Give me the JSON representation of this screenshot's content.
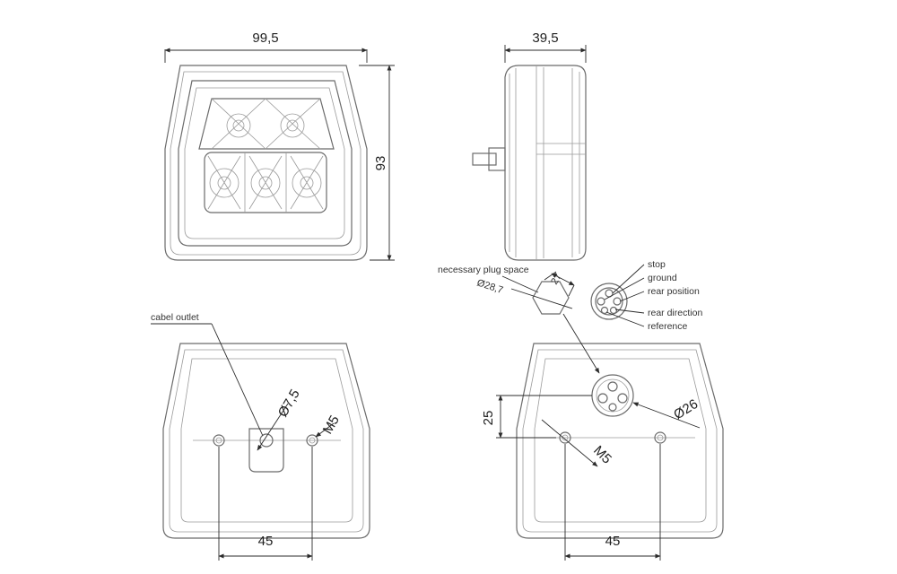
{
  "dimensions": {
    "front_width": "99,5",
    "front_height": "93",
    "side_depth": "39,5",
    "rear_left_spacing": "45",
    "rear_right_spacing": "45",
    "hole_diameter": "Ø7,5",
    "thread_left": "M5",
    "thread_right": "M5",
    "socket_offset": "25",
    "socket_diameter": "Ø26",
    "plug_space_diameter": "Ø28,7",
    "plug_space_width": "27"
  },
  "labels": {
    "cable_outlet": "cabel outlet",
    "plug_space": "necessary plug space"
  },
  "pinout": [
    "stop",
    "ground",
    "rear position",
    "rear direction",
    "reference"
  ],
  "colors": {
    "line": "#6b6b6b",
    "dimension": "#2b2b2b",
    "background": "#ffffff"
  }
}
